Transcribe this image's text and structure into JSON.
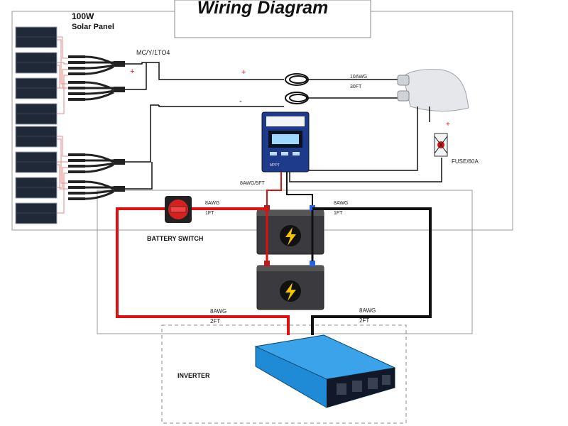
{
  "title": "Wiring Diagram",
  "panel_label_line1": "100W",
  "panel_label_line2": "Solar Panel",
  "connector_label": "MC/Y/1TO4",
  "plus_sign": "+",
  "minus_sign": "-",
  "cable_top_gauge": "10AWG",
  "cable_top_length": "30FT",
  "controller_cable": "8AWG/5FT",
  "fuse_label": "FUSE/60A",
  "left_top_cable_gauge": "8AWG",
  "left_top_cable_length": "1FT",
  "right_top_cable_gauge": "8AWG",
  "right_top_cable_length": "1FT",
  "battery_switch_label": "BATTERY SWITCH",
  "bottom_left_cable_gauge": "8AWG",
  "bottom_left_cable_length": "2FT",
  "bottom_right_cable_gauge": "8AWG",
  "bottom_right_cable_length": "2FT",
  "inverter_label": "INVERTER",
  "controller_brand": "MPPT",
  "colors": {
    "positive_wire": "#e01010",
    "negative_wire": "#111111",
    "panel_cell": "#1f2937",
    "controller_body": "#1e3a8a",
    "inverter_body": "#1f8ad6",
    "battery_body": "#3a3a3f",
    "bolt": "#f5c400"
  }
}
